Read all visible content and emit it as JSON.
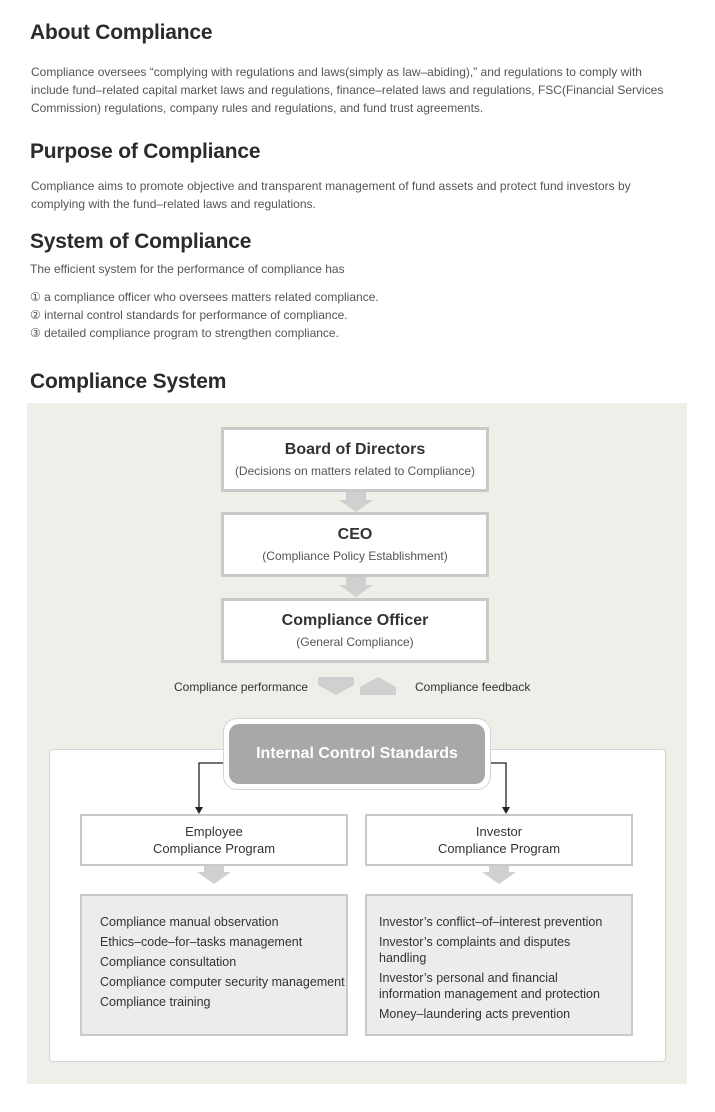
{
  "about": {
    "heading": "About Compliance",
    "text": "Compliance oversees “complying with regulations and laws(simply as law–abiding),” and regulations to comply with include fund–related capital market laws and regulations, finance–related laws and regulations, FSC(Financial Services Commission) regulations, company rules and regulations, and fund trust agreements."
  },
  "purpose": {
    "heading": "Purpose of Compliance",
    "text": "Compliance aims to promote objective and transparent management of fund assets and protect fund investors by complying with the fund–related laws and regulations."
  },
  "system": {
    "heading": "System of Compliance",
    "intro": "The efficient system for the performance of compliance has",
    "items": [
      "① a compliance officer who oversees matters related compliance.",
      "② internal control standards for performance of compliance.",
      "③ detailed compliance program to strengthen compliance."
    ]
  },
  "compliance_system": {
    "heading": "Compliance System",
    "board": {
      "title": "Board of Directors",
      "sub": "(Decisions on matters related to Compliance)"
    },
    "ceo": {
      "title": "CEO",
      "sub": "(Compliance Policy Establishment)"
    },
    "officer": {
      "title": "Compliance Officer",
      "sub": "(General Compliance)"
    },
    "performance_label": "Compliance performance",
    "feedback_label": "Compliance feedback",
    "ics_label": "Internal Control Standards",
    "employee_program": {
      "line1": "Employee",
      "line2": "Compliance Program"
    },
    "investor_program": {
      "line1": "Investor",
      "line2": "Compliance Program"
    },
    "employee_items": [
      "Compliance manual observation",
      "Ethics–code–for–tasks management",
      "Compliance consultation",
      "Compliance computer security management",
      "Compliance training"
    ],
    "investor_items": [
      "Investor’s conflict–of–interest prevention",
      "Investor’s complaints and disputes handling",
      "Investor’s personal and financial information management and protection",
      "Money–laundering acts prevention"
    ]
  },
  "colors": {
    "arrow_gray": "#d0d0d0",
    "box_border": "#c9c9c9",
    "ics_fill": "#a8a8a8",
    "diagram_bg": "#efefea"
  }
}
